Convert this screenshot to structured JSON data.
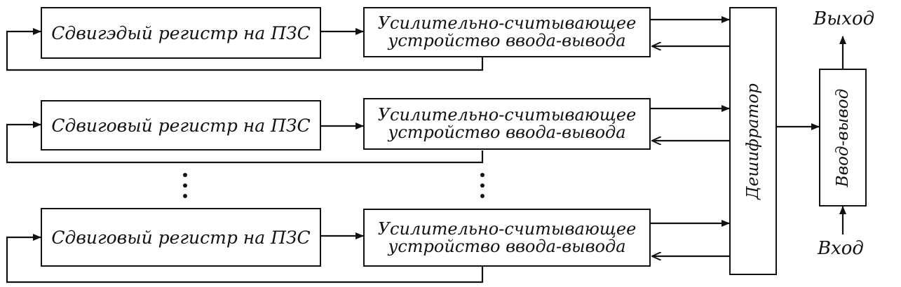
{
  "rows": [
    {
      "register": "Сдвигэдый регистр на ПЗС",
      "amp_line1": "Усилительно-считывающее",
      "amp_line2": "устройство ввода-вывода"
    },
    {
      "register": "Сдвиговый регистр на ПЗС",
      "amp_line1": "Усилительно-считывающее",
      "amp_line2": "устройство ввода-вывода"
    },
    {
      "register": "Сдвиговый регистр на ПЗС",
      "amp_line1": "Усилительно-считывающее",
      "amp_line2": "устройство ввода-вывода"
    }
  ],
  "decoder": "Дешифратор",
  "io_block": "Ввод-вывод",
  "output_label": "Выход",
  "input_label": "Вход"
}
